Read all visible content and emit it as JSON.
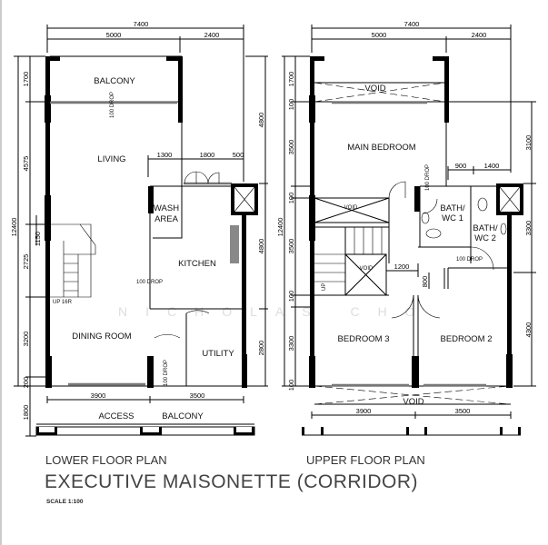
{
  "watermark": "NICHOLAS CHO",
  "lower": {
    "title": "LOWER FLOOR PLAN",
    "rooms": {
      "balcony": "BALCONY",
      "living": "LIVING",
      "wash1": "WASH",
      "wash2": "AREA",
      "kitchen": "KITCHEN",
      "dining": "DINING ROOM",
      "utility": "UTILITY",
      "access": "ACCESS",
      "access_balcony": "BALCONY"
    },
    "notes": {
      "drop": "100 DROP",
      "up": "UP 16R"
    },
    "dims": {
      "total": "7400",
      "w1": "5000",
      "w2": "2400",
      "k1": "1300",
      "k2": "1800",
      "k3": "500",
      "b1": "3900",
      "b2": "3500",
      "left_total": "12400",
      "l1": "1700",
      "l2": "4575",
      "l3": "1150",
      "l4": "2725",
      "l5": "3200",
      "l6": "200",
      "l7": "1800",
      "r1": "4800",
      "r2": "4800",
      "r3": "2800"
    }
  },
  "upper": {
    "title": "UPPER FLOOR PLAN",
    "rooms": {
      "void": "VOID",
      "main": "MAIN BEDROOM",
      "bath1a": "BATH/",
      "bath1b": "WC 1",
      "bath2a": "BATH/",
      "bath2b": "WC 2",
      "bed3": "BEDROOM 3",
      "bed2": "BEDROOM 2"
    },
    "notes": {
      "drop": "100 DROP",
      "up": "UP"
    },
    "dims": {
      "total": "7400",
      "w1": "5000",
      "w2": "2400",
      "b1": "900",
      "b2": "1400",
      "s1": "1200",
      "s2": "800",
      "d1": "3900",
      "d2": "3500",
      "left_total": "12400",
      "l1": "1700",
      "l2": "100",
      "l3": "3500",
      "l4": "100",
      "l5": "3500",
      "l6": "100",
      "l7": "3300",
      "l8": "100",
      "r1": "3100",
      "r2": "3300",
      "r3": "4300"
    }
  },
  "heading": "EXECUTIVE MAISONETTE (CORRIDOR)",
  "scale": "SCALE 1:100"
}
